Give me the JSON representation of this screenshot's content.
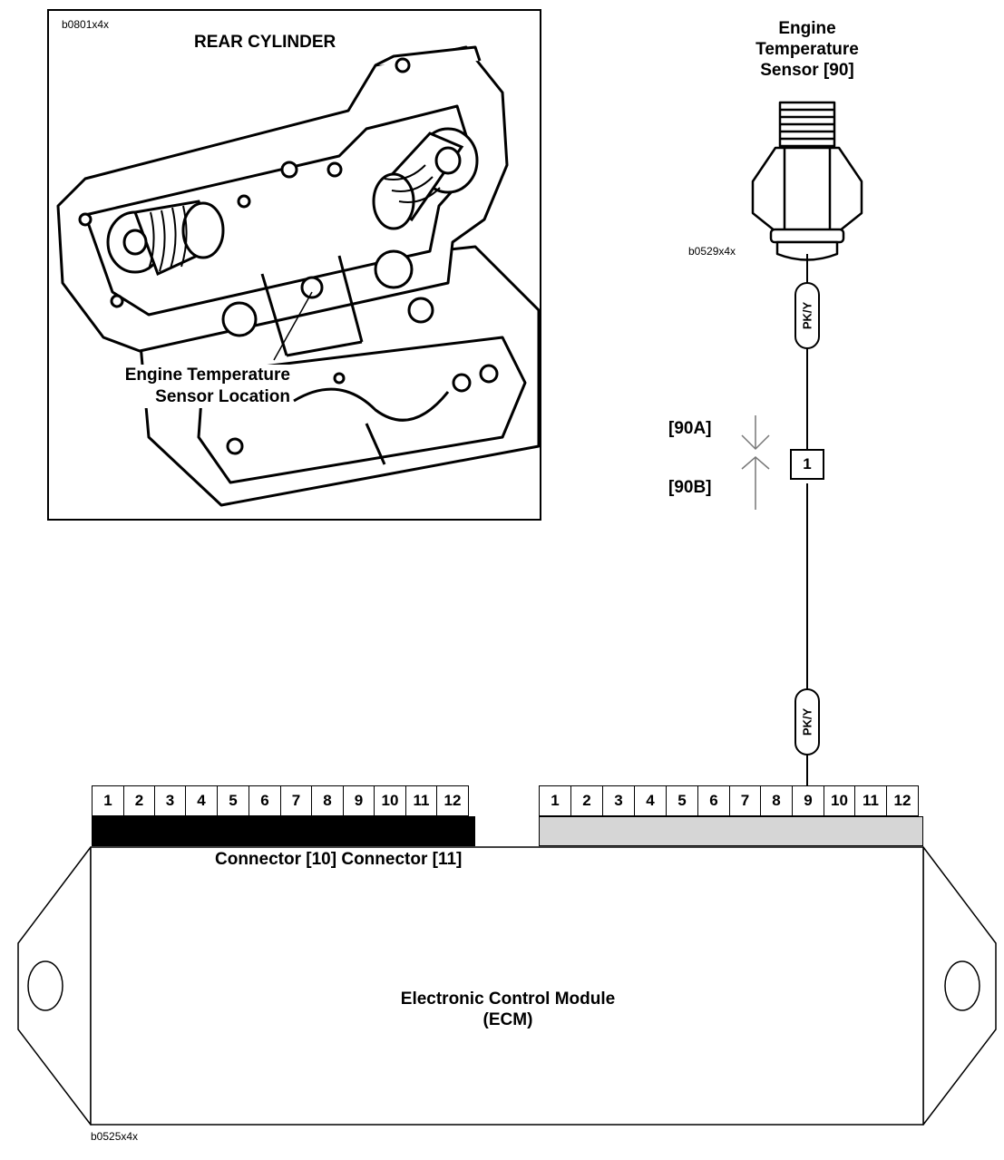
{
  "inset": {
    "figure_code": "b0801x4x",
    "title": "REAR CYLINDER",
    "location_label_line1": "Engine Temperature",
    "location_label_line2": "Sensor Location"
  },
  "sensor": {
    "title_line1": "Engine",
    "title_line2": "Temperature",
    "title_line3": "Sensor [90]",
    "figure_code": "b0529x4x"
  },
  "wire": {
    "color_top": "PK/Y",
    "color_bottom": "PK/Y"
  },
  "connector_90": {
    "label_a": "[90A]",
    "label_b": "[90B]",
    "pin": "1"
  },
  "connector_10": {
    "pins": [
      "1",
      "2",
      "3",
      "4",
      "5",
      "6",
      "7",
      "8",
      "9",
      "10",
      "11",
      "12"
    ],
    "band_color": "#000000"
  },
  "connector_11": {
    "pins": [
      "1",
      "2",
      "3",
      "4",
      "5",
      "6",
      "7",
      "8",
      "9",
      "10",
      "11",
      "12"
    ],
    "band_color": "#d6d6d6"
  },
  "connector_caption": "Connector [10] Connector [11]",
  "ecm": {
    "label_line1": "Electronic Control Module",
    "label_line2": "(ECM)",
    "figure_code": "b0525x4x"
  }
}
